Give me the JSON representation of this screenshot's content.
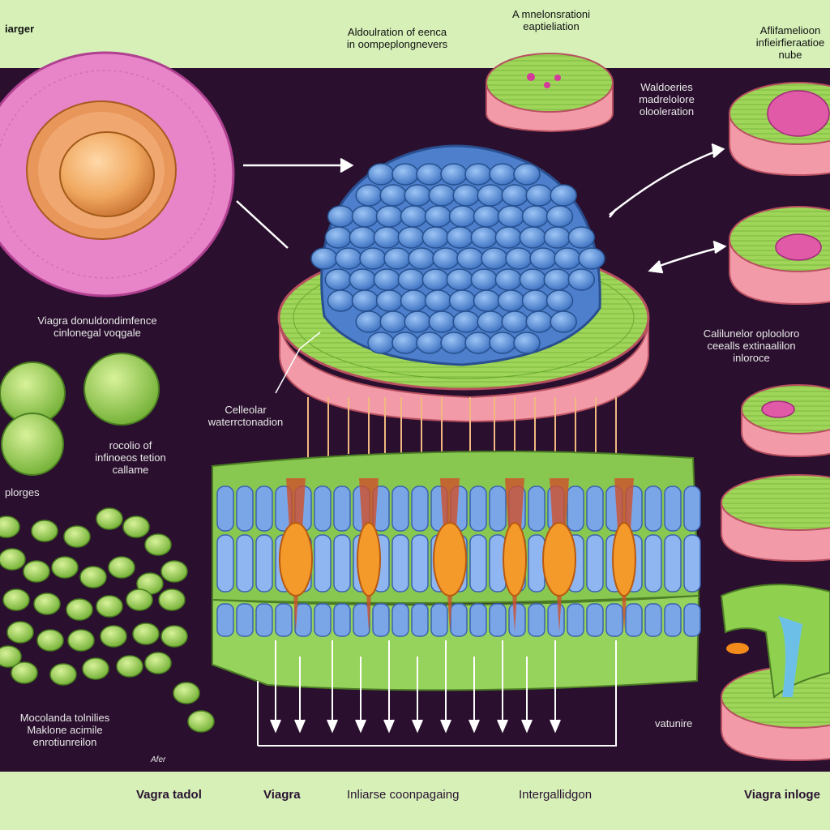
{
  "labels": {
    "top_left": "iarger",
    "top_center": "Aldoulration of eenca\nin oompeplongnevers",
    "top_right_center": "A mnelonsrationi\neaptieliation",
    "top_right": "Aflifamelioon\ninfieirfieraatioe\nnube",
    "middle_right_top": "Waldoeries\nmadrelolore\nolooleration",
    "left_cell": "Viagra donuldondimfence\ncinlonegal voqgale",
    "cellular": "Celleolar\nwaterrctonadion",
    "center_right": "Calilunelor oplooloro\nceealls extinaalilon\ninloroce",
    "left_middle": "rocolio of\ninfinoeos tetion\ncallame",
    "plorges": "plorges",
    "bottom_left": "Mocolanda tolnilies\nMaklone acimile\nenrotiunreilon",
    "vaturire": "vatunire",
    "small_after": "Afer"
  },
  "bottom_band": {
    "item1": "Vagra  tadol",
    "item2": "Viagra",
    "item3": "Inliarse coonpagaing",
    "item4": "Intergallidgon",
    "item5": "Viagra inloge"
  },
  "colors": {
    "band": "#d6f0b8",
    "background": "#2a0f2e",
    "cell_pink": "#e77fc2",
    "tissue_green": "#8fd14f",
    "tissue_pink": "#f2a0a8",
    "cluster_blue": "#5b8fd6",
    "orange": "#f28a1c"
  }
}
